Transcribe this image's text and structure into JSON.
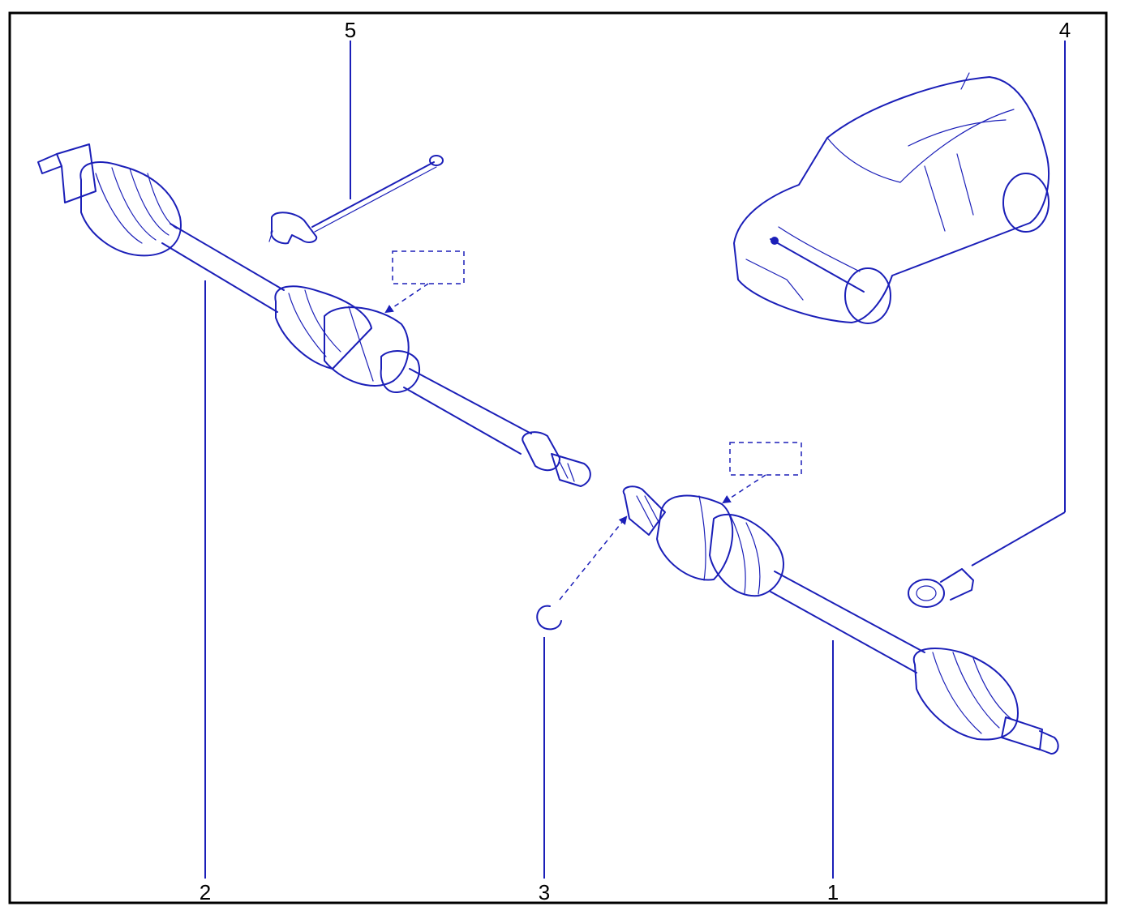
{
  "callouts": [
    {
      "id": "1",
      "label": "1"
    },
    {
      "id": "2",
      "label": "2"
    },
    {
      "id": "3",
      "label": "3"
    },
    {
      "id": "4",
      "label": "4"
    },
    {
      "id": "5",
      "label": "5"
    }
  ],
  "colors": {
    "line": "#1b1fb8",
    "frame": "#000000",
    "background": "#ffffff"
  }
}
